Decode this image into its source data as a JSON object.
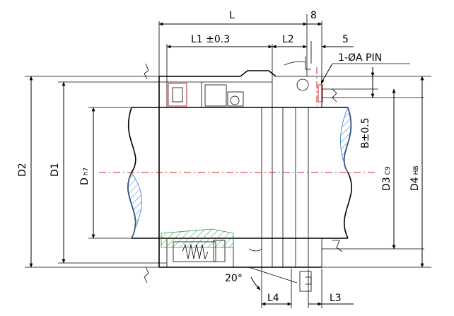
{
  "labels": {
    "L": "L",
    "eight": "8",
    "L1": "L1 ±0.3",
    "L2": "L2",
    "five": "5",
    "pin": "1-ØA PIN",
    "D2": "D2",
    "D1": "D1",
    "Dh7_main": "D",
    "Dh7_sub": "h7",
    "B": "B±0.5",
    "D3_main": "D3",
    "D3_sub": "C9",
    "D4_main": "D4",
    "D4_sub": "HB",
    "angle": "20°",
    "L4": "L4",
    "L3": "L3"
  },
  "colors": {
    "line": "#000000",
    "centerline": "#d0202a",
    "hatch_blue": "#2f78c8",
    "hatch_green": "#2e9a3e"
  }
}
